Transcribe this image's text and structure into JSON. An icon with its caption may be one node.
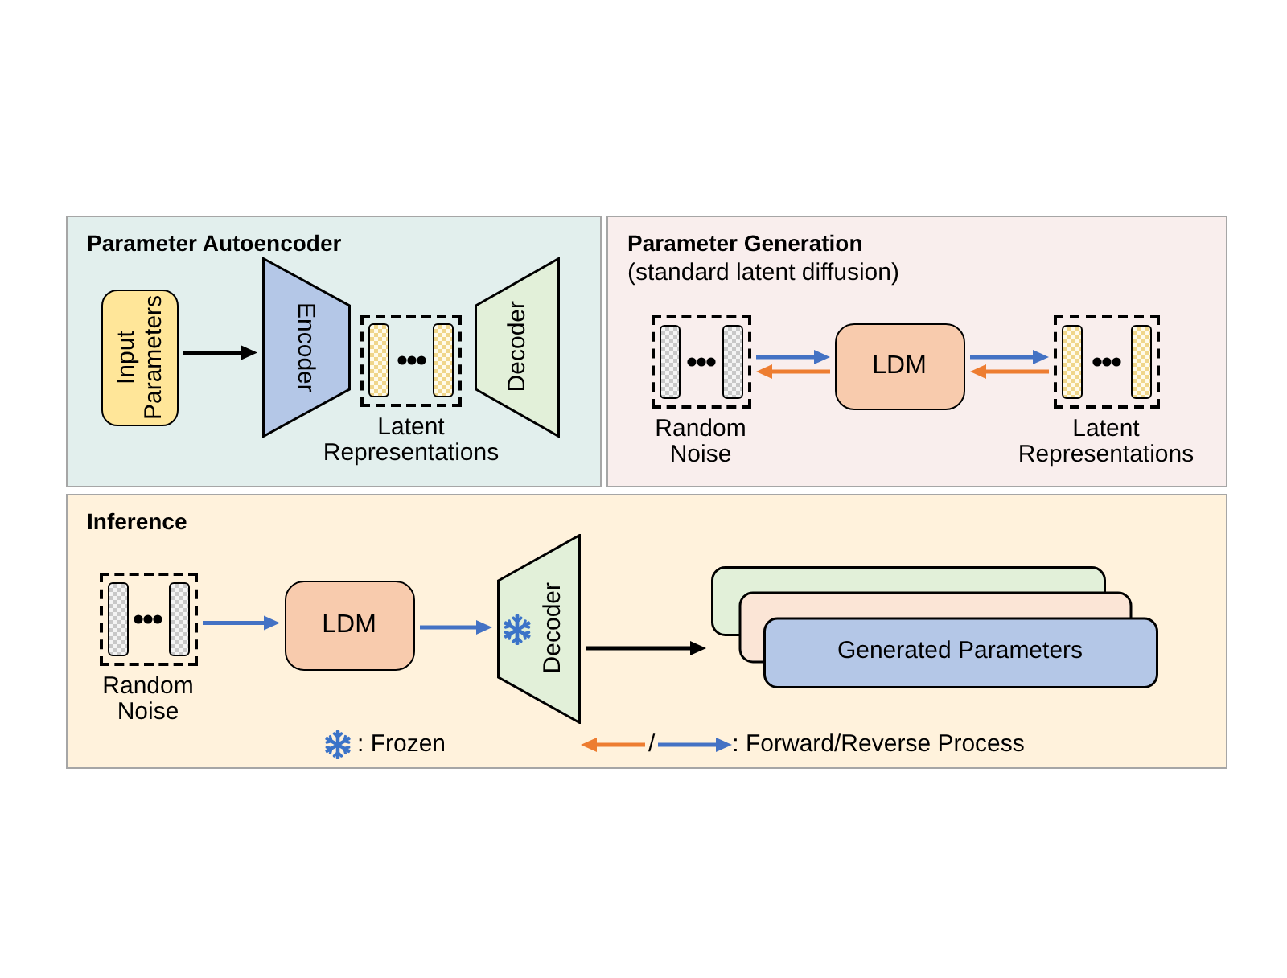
{
  "diagram": {
    "nodes": [
      {
        "text": [
          "Parameter Autoencoder"
        ]
      },
      {
        "text": [
          "Input Parameters"
        ],
        "in": 0
      },
      {
        "text": [
          "Encoder"
        ],
        "in": 0
      },
      {
        "text": [
          "Latent Representations"
        ],
        "in": 0
      },
      {
        "text": [
          "Decoder"
        ],
        "in": 0
      },
      {
        "text": [
          "Parameter Generation",
          "(standard latent diffusion)"
        ]
      },
      {
        "text": [
          "Random Noise"
        ],
        "in": 5
      },
      {
        "text": [
          "LDM"
        ],
        "in": 5
      },
      {
        "text": [
          "Latent Representations"
        ],
        "in": 5
      },
      {
        "text": [
          "Inference"
        ]
      },
      {
        "text": [
          "Random Noise"
        ],
        "in": 9
      },
      {
        "text": [
          "LDM"
        ],
        "in": 9
      },
      {
        "text": [
          "Decoder"
        ],
        "in": 9
      },
      {
        "text": [
          "Generated Parameters"
        ],
        "in": 9
      }
    ],
    "edges": [
      {
        "from": 1,
        "to": 2,
        "arrow": "to",
        "color": "#000000"
      },
      {
        "from": 6,
        "to": 7,
        "arrow": "to"
      },
      {
        "from": 7,
        "to": 6,
        "arrow": "to",
        "color": "#ed7d31"
      },
      {
        "from": 7,
        "to": 8,
        "arrow": "to"
      },
      {
        "from": 8,
        "to": 7,
        "arrow": "to",
        "color": "#ed7d31"
      },
      {
        "from": 10,
        "to": 11,
        "arrow": "to"
      },
      {
        "from": 11,
        "to": 12,
        "arrow": "to"
      },
      {
        "from": 12,
        "to": 13,
        "arrow": "to",
        "color": "#000000"
      }
    ],
    "labels": [
      "/"
    ],
    "legend": [
      {
        "text": ": Frozen"
      },
      {
        "text": ": Forward/Reverse Process"
      }
    ]
  }
}
